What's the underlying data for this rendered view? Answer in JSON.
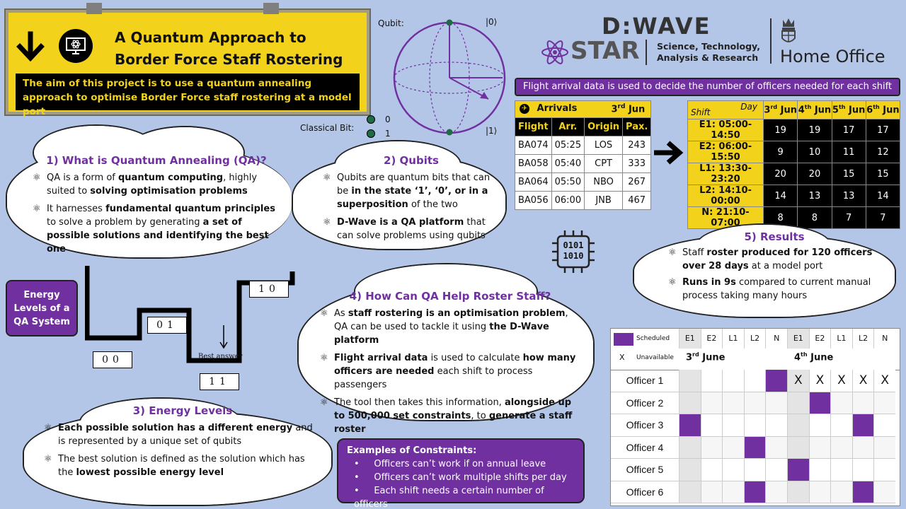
{
  "title": {
    "line1": "A Quantum Approach to",
    "line2": "Border Force Staff Rostering"
  },
  "aim": "The aim of this project is to use a quantum annealing approach to optimise Border Force staff rostering at a model port",
  "qubit_diagram": {
    "label": "Qubit:",
    "ket0": "|0⟩",
    "ket1": "|1⟩",
    "classical_label": "Classical Bit:",
    "bit0": "0",
    "bit1": "1"
  },
  "logos": {
    "dwave": "D:WAVE",
    "star": "STAR",
    "star_sub1": "Science, Technology,",
    "star_sub2": "Analysis & Research",
    "home": "Home Office"
  },
  "flight_banner": "Flight arrival data is used to decide the number of officers needed for each shift",
  "arrivals": {
    "title": "Arrivals",
    "date_main": "3",
    "date_sup": "rd",
    "date_rest": " Jun",
    "headers": [
      "Flight",
      "Arr.",
      "Origin",
      "Pax."
    ],
    "rows": [
      [
        "BA074",
        "05:25",
        "LOS",
        "243"
      ],
      [
        "BA058",
        "05:40",
        "CPT",
        "333"
      ],
      [
        "BA064",
        "05:50",
        "NBO",
        "267"
      ],
      [
        "BA056",
        "06:00",
        "JNB",
        "467"
      ]
    ]
  },
  "shifts": {
    "shift_label": "Shift",
    "day_label": "Day",
    "days": [
      {
        "n": "3",
        "s": "rd",
        "r": " Jun"
      },
      {
        "n": "4",
        "s": "th",
        "r": " Jun"
      },
      {
        "n": "5",
        "s": "th",
        "r": " Jun"
      },
      {
        "n": "6",
        "s": "th",
        "r": " Jun"
      }
    ],
    "rows": [
      {
        "name": "E1: 05:00-14:50",
        "v": [
          "19",
          "19",
          "17",
          "17"
        ]
      },
      {
        "name": "E2: 06:00-15:50",
        "v": [
          "9",
          "10",
          "11",
          "12"
        ]
      },
      {
        "name": "L1: 13:30-23:20",
        "v": [
          "20",
          "20",
          "15",
          "15"
        ]
      },
      {
        "name": "L2: 14:10-00:00",
        "v": [
          "14",
          "13",
          "13",
          "14"
        ]
      },
      {
        "name": "N: 21:10-07:00",
        "v": [
          "8",
          "8",
          "7",
          "7"
        ]
      }
    ]
  },
  "qa": {
    "title": "1) What is Quantum Annealing (QA)?",
    "b1": [
      "QA is a form of ",
      "quantum computing",
      ", highly suited to ",
      "solving optimisation problems",
      ""
    ],
    "b2": [
      "It harnesses ",
      "fundamental quantum principles",
      " to solve a problem by generating ",
      "a set of possible solutions and identifying the best one",
      ""
    ]
  },
  "qubits": {
    "title": "2) Qubits",
    "b1": [
      "Qubits are quantum bits that can be ",
      "in the state ‘1’, ‘0’, or in a superposition",
      " of the two"
    ],
    "b2": [
      "D-Wave is a QA platform",
      " that can solve problems using qubits"
    ]
  },
  "energy_label": "Energy Levels of a QA System",
  "energy_states": {
    "s1": "01",
    "s2": "10",
    "s3": "00",
    "s4": "11",
    "best": "Best answer"
  },
  "energy": {
    "title": "3) Energy Levels",
    "b1": [
      "Each possible solution has a different energy",
      " and is represented by a unique set of qubits"
    ],
    "b2": [
      "The best solution is defined as the solution which has the ",
      "lowest possible energy level"
    ]
  },
  "help": {
    "title": "4) How Can QA Help Roster Staff?",
    "b1": [
      "As ",
      "staff rostering is an optimisation problem",
      ", QA can be used to tackle it using ",
      "the D-Wave platform"
    ],
    "b2": [
      "Flight arrival data",
      " is used to calculate ",
      "how many officers are needed",
      " each shift to process passengers"
    ],
    "b3": [
      "The tool then takes this information, ",
      "alongside up to 500,000 set constraints",
      ", to ",
      "generate a staff roster"
    ]
  },
  "chip": {
    "l1": "0101",
    "l2": "1010"
  },
  "results": {
    "title": "5) Results",
    "b1": [
      "Staff ",
      "roster produced for 120 officers over 28 days",
      " at a model port"
    ],
    "b2": [
      "Runs in 9s",
      " compared to current manual process taking many hours"
    ]
  },
  "constraints": {
    "title": "Examples of Constraints:",
    "items": [
      "Officers can’t work if on annual leave",
      "Officers can’t work multiple shifts per day",
      "Each shift needs a certain number of officers"
    ]
  },
  "roster": {
    "legend_scheduled": "Scheduled",
    "legend_x": "X",
    "legend_unavailable": "Unavailable",
    "shift_codes": [
      "E1",
      "E2",
      "L1",
      "L2",
      "N",
      "E1",
      "E2",
      "L1",
      "L2",
      "N"
    ],
    "day1": {
      "n": "3",
      "s": "rd",
      "r": " June"
    },
    "day2": {
      "n": "4",
      "s": "th",
      "r": " June"
    },
    "officers": [
      {
        "name": "Officer 1",
        "cells": [
          "",
          "",
          "",
          "",
          "S",
          "X",
          "X",
          "X",
          "X",
          "X"
        ]
      },
      {
        "name": "Officer 2",
        "cells": [
          "",
          "",
          "",
          "",
          "",
          "",
          "S",
          "",
          "",
          ""
        ]
      },
      {
        "name": "Officer 3",
        "cells": [
          "S",
          "",
          "",
          "",
          "",
          "",
          "",
          "",
          "S",
          ""
        ]
      },
      {
        "name": "Officer 4",
        "cells": [
          "",
          "",
          "",
          "S",
          "",
          "",
          "",
          "",
          "",
          ""
        ]
      },
      {
        "name": "Officer 5",
        "cells": [
          "",
          "",
          "",
          "",
          "",
          "S",
          "",
          "",
          "",
          ""
        ]
      },
      {
        "name": "Officer 6",
        "cells": [
          "",
          "",
          "",
          "S",
          "",
          "",
          "",
          "",
          "S",
          ""
        ]
      }
    ]
  },
  "colors": {
    "purple": "#7030a0",
    "yellow": "#f2d21b",
    "bg": "#b4c6e7"
  }
}
